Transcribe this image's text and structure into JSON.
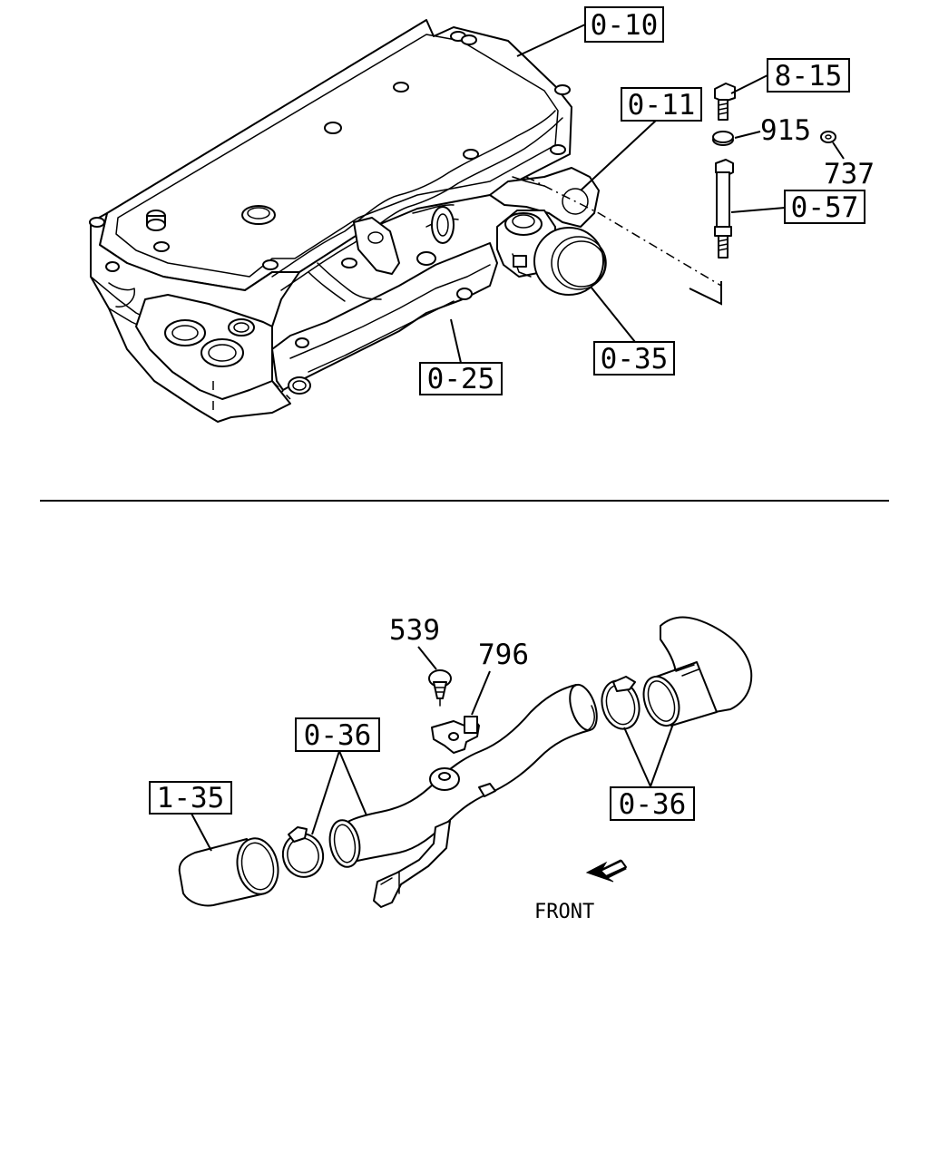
{
  "callouts": {
    "c_0_10": "0-10",
    "c_8_15": "8-15",
    "c_0_11": "0-11",
    "c_915": "915",
    "c_737": "737",
    "c_0_57": "0-57",
    "c_0_35": "0-35",
    "c_0_25": "0-25",
    "c_539": "539",
    "c_796": "796",
    "c_0_36_upper": "0-36",
    "c_1_35": "1-35",
    "c_0_36_right": "0-36"
  },
  "front_label": "FRONT"
}
